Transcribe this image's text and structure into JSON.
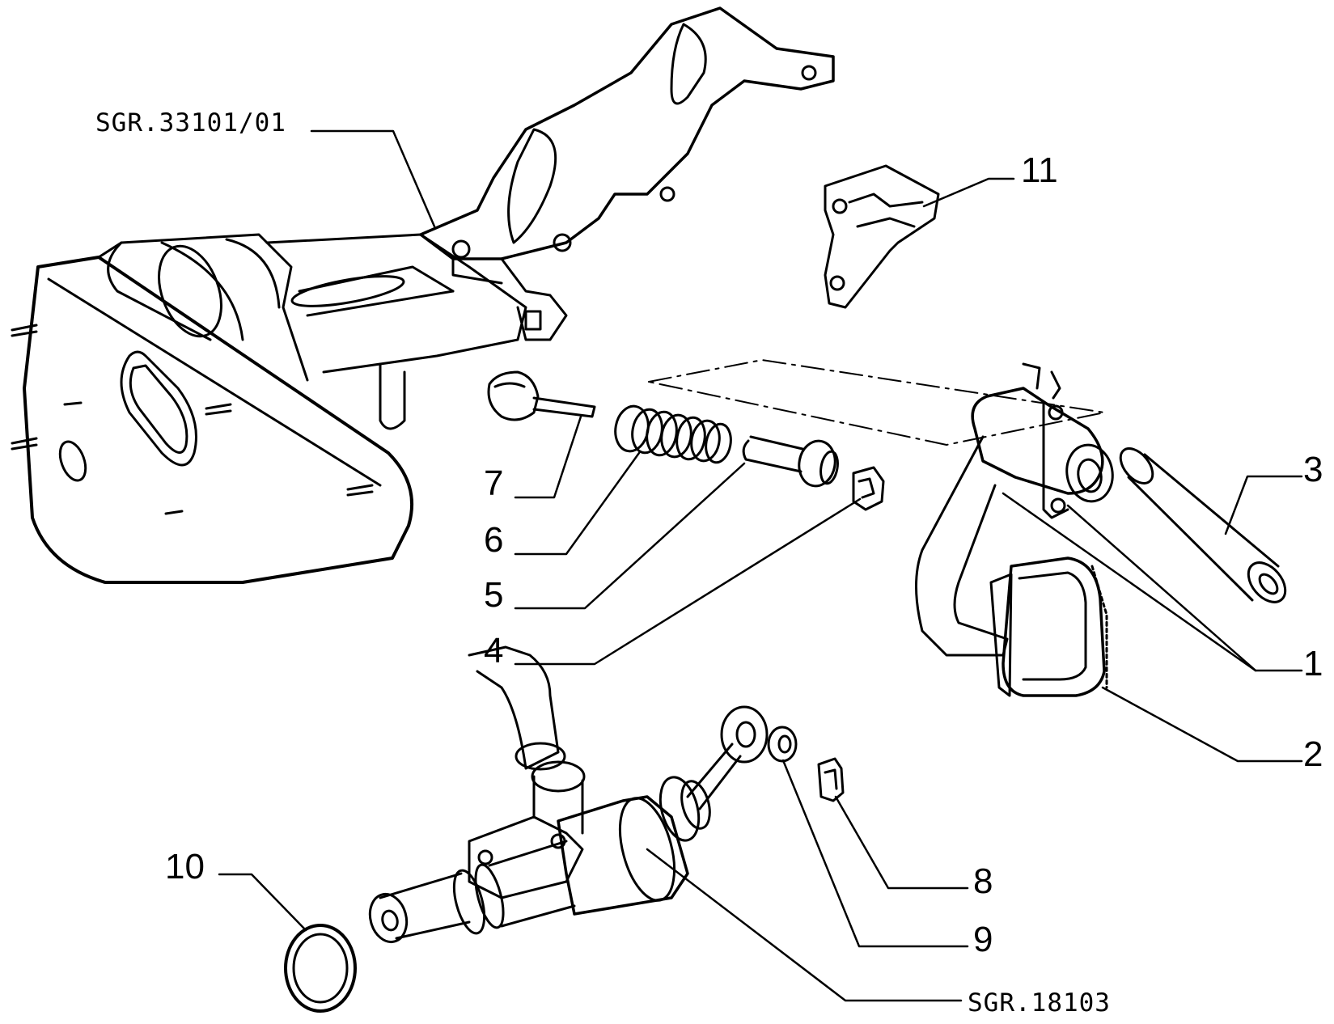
{
  "diagram": {
    "refs": {
      "top": "SGR.33101/01",
      "bottom": "SGR.18103"
    },
    "callouts": {
      "p1": "1",
      "p2": "2",
      "p3": "3",
      "p4": "4",
      "p5": "5",
      "p6": "6",
      "p7": "7",
      "p8": "8",
      "p9": "9",
      "p10": "10",
      "p11": "11"
    }
  }
}
